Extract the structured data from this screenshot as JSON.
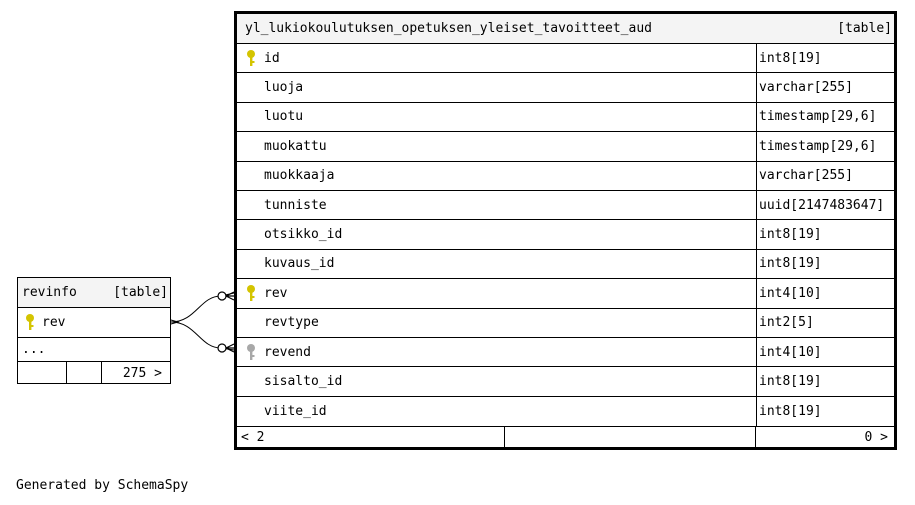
{
  "main_table": {
    "name": "yl_lukiokoulutuksen_opetuksen_yleiset_tavoitteet_aud",
    "kind": "[table]",
    "columns": [
      {
        "name": "id",
        "type": "int8[19]",
        "key": "primary"
      },
      {
        "name": "luoja",
        "type": "varchar[255]",
        "key": ""
      },
      {
        "name": "luotu",
        "type": "timestamp[29,6]",
        "key": ""
      },
      {
        "name": "muokattu",
        "type": "timestamp[29,6]",
        "key": ""
      },
      {
        "name": "muokkaaja",
        "type": "varchar[255]",
        "key": ""
      },
      {
        "name": "tunniste",
        "type": "uuid[2147483647]",
        "key": ""
      },
      {
        "name": "otsikko_id",
        "type": "int8[19]",
        "key": ""
      },
      {
        "name": "kuvaus_id",
        "type": "int8[19]",
        "key": ""
      },
      {
        "name": "rev",
        "type": "int4[10]",
        "key": "primary"
      },
      {
        "name": "revtype",
        "type": "int2[5]",
        "key": ""
      },
      {
        "name": "revend",
        "type": "int4[10]",
        "key": "foreign"
      },
      {
        "name": "sisalto_id",
        "type": "int8[19]",
        "key": ""
      },
      {
        "name": "viite_id",
        "type": "int8[19]",
        "key": ""
      }
    ],
    "footer_left": "< 2",
    "footer_right": "0 >"
  },
  "revinfo_table": {
    "name": "revinfo",
    "kind": "[table]",
    "columns": [
      {
        "name": "rev",
        "key": "primary"
      }
    ],
    "ellipsis": "...",
    "footer_right": "275 >"
  },
  "footer": "Generated by SchemaSpy",
  "colors": {
    "primary_key": "#d4c400",
    "foreign_key": "#a8a8a8",
    "header_bg": "#f4f4f4"
  }
}
